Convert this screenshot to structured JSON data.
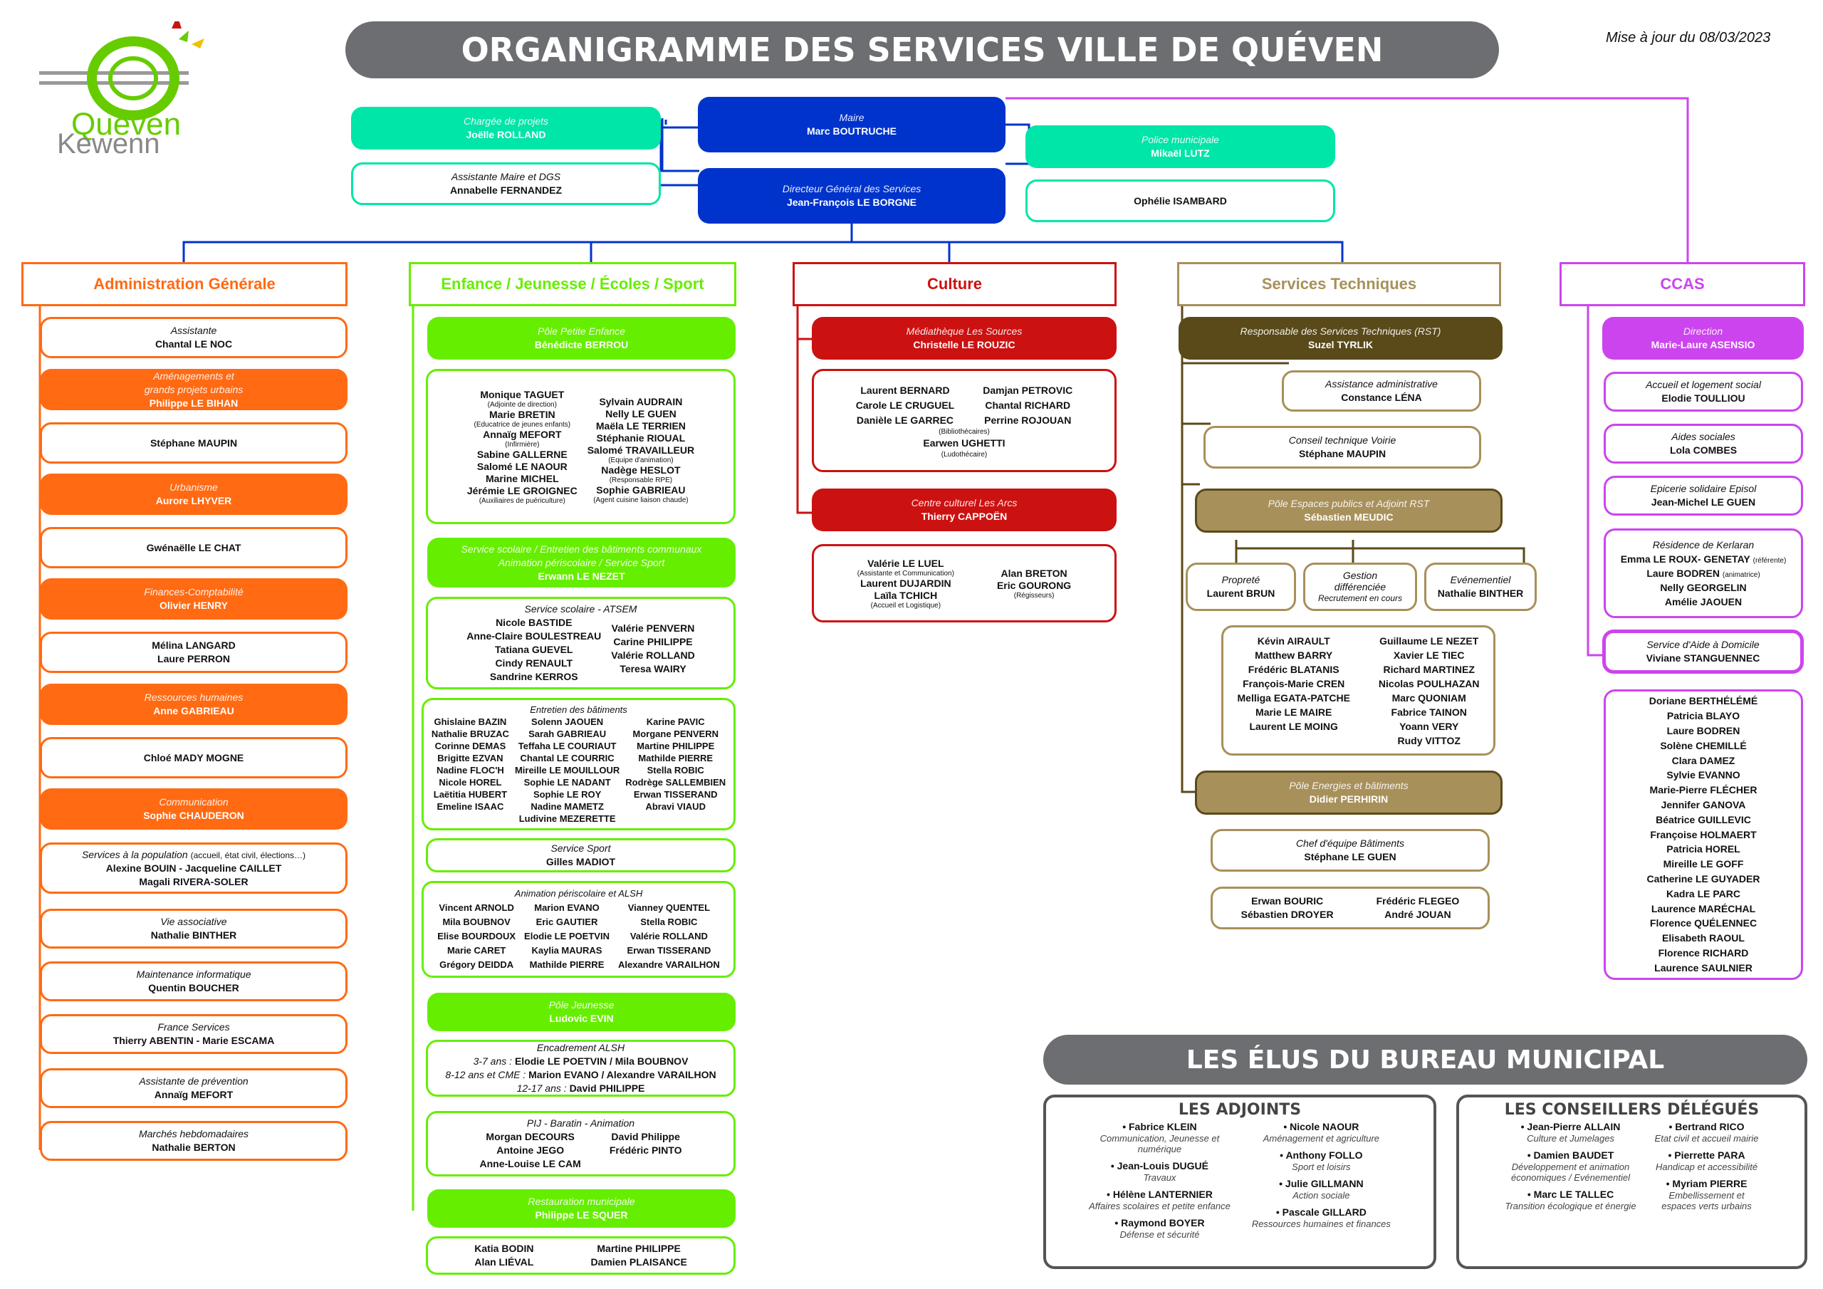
{
  "header": {
    "title": "ORGANIGRAMME DES SERVICES VILLE DE QUÉVEN",
    "update": "Mise à jour du 08/03/2023",
    "logo_text1": "Quéven",
    "logo_text2": "Kewenn"
  },
  "colors": {
    "blue": "#0033cc",
    "teal": "#00e5a8",
    "orange": "#ff6a13",
    "green": "#66ee00",
    "red": "#cc1111",
    "brown": "#5a4a1a",
    "khaki": "#a8905a",
    "purple": "#cc44ee",
    "grey": "#6d6e71"
  },
  "top": {
    "chargee": {
      "role": "Chargée de projets",
      "name": "Joëlle ROLLAND"
    },
    "assistante": {
      "role": "Assistante Maire et DGS",
      "name": "Annabelle FERNANDEZ"
    },
    "maire": {
      "role": "Maire",
      "name": "Marc BOUTRUCHE"
    },
    "dgs": {
      "role": "Directeur Général des Services",
      "name": "Jean-François LE BORGNE"
    },
    "police": {
      "role": "Police municipale",
      "name": "Mikaël LUTZ"
    },
    "police2": {
      "name": "Ophélie ISAMBARD"
    }
  },
  "admin": {
    "title": "Administration Générale",
    "items": [
      {
        "role": "Assistante",
        "name": "Chantal LE NOC",
        "filled": false
      },
      {
        "role": "Aménagements et",
        "role2": "grands projets urbains",
        "name": "Philippe LE BIHAN",
        "filled": true
      },
      {
        "name": "Stéphane MAUPIN",
        "filled": false
      },
      {
        "role": "Urbanisme",
        "name": "Aurore LHYVER",
        "filled": true
      },
      {
        "name": "Gwénaëlle LE CHAT",
        "filled": false
      },
      {
        "role": "Finances-Comptabilité",
        "name": "Olivier HENRY",
        "filled": true
      },
      {
        "name": "Mélina LANGARD",
        "name2": "Laure PERRON",
        "filled": false
      },
      {
        "role": "Ressources humaines",
        "name": "Anne GABRIEAU",
        "filled": true
      },
      {
        "name": "Chloé MADY MOGNE",
        "filled": false
      },
      {
        "role": "Communication",
        "name": "Sophie CHAUDERON",
        "filled": true
      },
      {
        "role": "Services à la population",
        "role_note": "(accueil, état civil, élections…)",
        "name": "Alexine BOUIN - Jacqueline CAILLET",
        "name2": "Magali RIVERA-SOLER",
        "filled": false
      },
      {
        "role": "Vie associative",
        "name": "Nathalie BINTHER",
        "filled": false
      },
      {
        "role": "Maintenance informatique",
        "name": "Quentin BOUCHER",
        "filled": false
      },
      {
        "role": "France Services",
        "name": "Thierry ABENTIN - Marie ESCAMA",
        "filled": false
      },
      {
        "role": "Assistante de prévention",
        "name": "Annaïg MEFORT",
        "filled": false
      },
      {
        "role": "Marchés hebdomadaires",
        "name": "Nathalie BERTON",
        "filled": false
      }
    ]
  },
  "enfance": {
    "title": "Enfance / Jeunesse / Écoles / Sport",
    "ppe": {
      "role": "Pôle Petite Enfance",
      "name": "Bénédicte BERROU"
    },
    "ppe_team_left": [
      [
        "Monique TAGUET",
        "(Adjointe de direction)"
      ],
      [
        "Marie BRETIN",
        "(Educatrice de jeunes enfants)"
      ],
      [
        "Annaïg MEFORT",
        "(Infirmière)"
      ],
      [
        "Sabine GALLERNE",
        ""
      ],
      [
        "Salomé LE NAOUR",
        ""
      ],
      [
        "Marine MICHEL",
        ""
      ],
      [
        "Jérémie LE GROIGNEC",
        "(Auxiliaires de puériculture)"
      ]
    ],
    "ppe_team_right": [
      [
        "Sylvain AUDRAIN",
        ""
      ],
      [
        "Nelly LE GUEN",
        ""
      ],
      [
        "Maëla LE TERRIEN",
        ""
      ],
      [
        "Stéphanie RIOUAL",
        ""
      ],
      [
        "Salomé TRAVAILLEUR",
        "(Equipe d'animation)"
      ],
      [
        "Nadège HESLOT",
        "(Responsable RPE)"
      ],
      [
        "Sophie GABRIEAU",
        "(Agent cuisine liaison chaude)"
      ]
    ],
    "scol": {
      "role": "Service scolaire / Entretien des bâtiments communaux",
      "role2": "Animation périscolaire / Service Sport",
      "name": "Erwann LE NEZET"
    },
    "atsem": {
      "role": "Service scolaire - ATSEM",
      "left": [
        "Nicole BASTIDE",
        "Anne-Claire BOULESTREAU",
        "Tatiana GUEVEL",
        "Cindy RENAULT",
        "Sandrine KERROS"
      ],
      "right": [
        "Valérie PENVERN",
        "Carine PHILIPPE",
        "Valérie ROLLAND",
        "Teresa WAIRY"
      ]
    },
    "entretien": {
      "role": "Entretien des bâtiments",
      "c1": [
        "Ghislaine BAZIN",
        "Nathalie BRUZAC",
        "Corinne DEMAS",
        "Brigitte EZVAN",
        "Nadine FLOC'H",
        "Nicole HOREL",
        "Laëtitia HUBERT",
        "Emeline ISAAC"
      ],
      "c2": [
        "Solenn JAOUEN",
        "Sarah GABRIEAU",
        "Teffaha LE COURIAUT",
        "Chantal LE COURRIC",
        "Mireille LE MOUILLOUR",
        "Sophie LE NADANT",
        "Sophie LE ROY",
        "Nadine MAMETZ",
        "Ludivine MEZERETTE"
      ],
      "c3": [
        "Karine PAVIC",
        "Morgane PENVERN",
        "Martine PHILIPPE",
        "Mathilde PIERRE",
        "Stella ROBIC",
        "Rodrège SALLEMBIEN",
        "Erwan TISSERAND",
        "Abravi VIAUD"
      ]
    },
    "sport": {
      "role": "Service Sport",
      "name": "Gilles MADIOT"
    },
    "alsh": {
      "role": "Animation périscolaire et ALSH",
      "c1": [
        "Vincent ARNOLD",
        "Mila BOUBNOV",
        "Elise BOURDOUX",
        "Marie CARET",
        "Grégory DEIDDA"
      ],
      "c2": [
        "Marion EVANO",
        "Eric GAUTIER",
        "Elodie LE POETVIN",
        "Kaylia MAURAS",
        "Mathilde PIERRE"
      ],
      "c3": [
        "Vianney QUENTEL",
        "Stella ROBIC",
        "Valérie ROLLAND",
        "Erwan TISSERAND",
        "Alexandre VARAILHON"
      ]
    },
    "jeunesse": {
      "role": "Pôle Jeunesse",
      "name": "Ludovic EVIN"
    },
    "encadrement": {
      "role": "Encadrement ALSH",
      "l1a": "3-7 ans :",
      "l1b": "Elodie LE POETVIN / Mila BOUBNOV",
      "l2a": "8-12 ans et CME :",
      "l2b": "Marion EVANO / Alexandre VARAILHON",
      "l3a": "12-17 ans :",
      "l3b": "David PHILIPPE"
    },
    "pij": {
      "role": "PIJ - Baratin - Animation",
      "left": [
        "Morgan DECOURS",
        "Antoine JEGO",
        "Anne-Louise LE CAM"
      ],
      "right": [
        "David Philippe",
        "Frédéric PINTO"
      ]
    },
    "resto": {
      "role": "Restauration municipale",
      "name": "Philippe LE SQUER"
    },
    "resto_team": {
      "left": [
        "Katia BODIN",
        "Alan LIÉVAL"
      ],
      "right": [
        "Martine PHILIPPE",
        "Damien PLAISANCE"
      ]
    }
  },
  "culture": {
    "title": "Culture",
    "media": {
      "role": "Médiathèque Les Sources",
      "name": "Christelle LE ROUZIC"
    },
    "media_team": {
      "left": [
        "Laurent BERNARD",
        "Carole LE CRUGUEL",
        "Danièle LE GARREC"
      ],
      "right": [
        "Damjan PETROVIC",
        "Chantal RICHARD",
        "Perrine ROJOUAN"
      ],
      "note1": "(Bibliothécaires)",
      "name": "Earwen UGHETTI",
      "note2": "(Ludothécaire)"
    },
    "arcs": {
      "role": "Centre culturel Les Arcs",
      "name": "Thierry CAPPOËN"
    },
    "arcs_team": {
      "n1": "Valérie LE LUEL",
      "d1": "(Assistante et Communication)",
      "n2": "Laurent DUJARDIN",
      "n3": "Laïla TCHICH",
      "d3": "(Accueil et Logistique)",
      "n4": "Alan BRETON",
      "n5": "Eric GOURONG",
      "d5": "(Régisseurs)"
    }
  },
  "tech": {
    "title": "Services Techniques",
    "rst": {
      "role": "Responsable des Services Techniques (RST)",
      "name": "Suzel TYRLIK"
    },
    "assist": {
      "role": "Assistance administrative",
      "name": "Constance LÉNA"
    },
    "voirie": {
      "role": "Conseil technique Voirie",
      "name": "Stéphane MAUPIN"
    },
    "espaces": {
      "role": "Pôle Espaces publics et Adjoint RST",
      "name": "Sébastien MEUDIC"
    },
    "proprete": {
      "role": "Propreté",
      "name": "Laurent BRUN"
    },
    "gestion": {
      "role": "Gestion",
      "role2": "différenciée",
      "note": "Recrutement en cours"
    },
    "event": {
      "role": "Evénementiel",
      "name": "Nathalie BINTHER"
    },
    "ep_team": {
      "left": [
        "Kévin AIRAULT",
        "Matthew BARRY",
        "Frédéric BLATANIS",
        "François-Marie CREN",
        "Melliga EGATA-PATCHE",
        "Marie LE MAIRE",
        "Laurent LE MOING"
      ],
      "right": [
        "Guillaume LE NEZET",
        "Xavier LE TIEC",
        "Richard MARTINEZ",
        "Nicolas POULHAZAN",
        "Marc QUONIAM",
        "Fabrice TAINON",
        "Yoann VERY",
        "Rudy VITTOZ"
      ]
    },
    "energies": {
      "role": "Pôle Energies et bâtiments",
      "name": "Didier PERHIRIN"
    },
    "chef": {
      "role": "Chef d'équipe Bâtiments",
      "name": "Stéphane LE GUEN"
    },
    "bat_team": {
      "left": [
        "Erwan BOURIC",
        "Sébastien DROYER"
      ],
      "right": [
        "Frédéric FLEGEO",
        "André JOUAN"
      ]
    }
  },
  "ccas": {
    "title": "CCAS",
    "dir": {
      "role": "Direction",
      "name": "Marie-Laure ASENSIO"
    },
    "accueil": {
      "role": "Accueil et logement social",
      "name": "Elodie TOULLIOU"
    },
    "aides": {
      "role": "Aides sociales",
      "name": "Lola COMBES"
    },
    "epicerie": {
      "role": "Epicerie solidaire Episol",
      "name": "Jean-Michel LE GUEN"
    },
    "residence": {
      "role": "Résidence de Kerlaran",
      "n1": "Emma LE ROUX- GENETAY",
      "d1": "(référente)",
      "n2": "Laure BODREN",
      "d2": "(animatrice)",
      "n3": "Nelly GEORGELIN",
      "n4": "Amélie JAOUEN"
    },
    "saad": {
      "role": "Service d'Aide à Domicile",
      "name": "Viviane STANGUENNEC"
    },
    "saad_team": [
      "Doriane BERTHÉLÉMÉ",
      "Patricia BLAYO",
      "Laure BODREN",
      "Solène CHEMILLÉ",
      "Clara DAMEZ",
      "Sylvie EVANNO",
      "Marie-Pierre FLÉCHER",
      "Jennifer GANOVA",
      "Béatrice GUILLEVIC",
      "Françoise HOLMAERT",
      "Patricia HOREL",
      "Mireille LE GOFF",
      "Catherine LE GUYADER",
      "Kadra LE PARC",
      "Laurence MARÉCHAL",
      "Florence QUÉLENNEC",
      "Elisabeth RAOUL",
      "Florence RICHARD",
      "Laurence SAULNIER"
    ]
  },
  "elus": {
    "title": "LES ÉLUS DU BUREAU MUNICIPAL",
    "adjoints_title": "LES ADJOINTS",
    "adjoints_left": [
      [
        "• Fabrice KLEIN",
        "Communication, Jeunesse et",
        "numérique"
      ],
      [
        "• Jean-Louis DUGUÉ",
        "Travaux",
        ""
      ],
      [
        "• Hélène LANTERNIER",
        "Affaires scolaires et petite enfance",
        ""
      ],
      [
        "• Raymond BOYER",
        "Défense et sécurité",
        ""
      ]
    ],
    "adjoints_right": [
      [
        "• Nicole NAOUR",
        "Aménagement et agriculture"
      ],
      [
        "• Anthony FOLLO",
        "Sport et loisirs"
      ],
      [
        "• Julie GILLMANN",
        "Action sociale"
      ],
      [
        "• Pascale GILLARD",
        "Ressources humaines et finances"
      ]
    ],
    "conseillers_title": "LES CONSEILLERS DÉLÉGUÉS",
    "cons_left": [
      [
        "• Jean-Pierre ALLAIN",
        "Culture et Jumelages",
        ""
      ],
      [
        "• Damien BAUDET",
        "Développement et animation",
        "économiques / Evénementiel"
      ],
      [
        "• Marc LE TALLEC",
        "Transition écologique et énergie",
        ""
      ]
    ],
    "cons_right": [
      [
        "• Bertrand RICO",
        "Etat civil et accueil mairie",
        ""
      ],
      [
        "• Pierrette PARA",
        "Handicap et accessibilité",
        ""
      ],
      [
        "• Myriam PIERRE",
        "Embellissement et",
        "espaces verts urbains"
      ]
    ]
  }
}
